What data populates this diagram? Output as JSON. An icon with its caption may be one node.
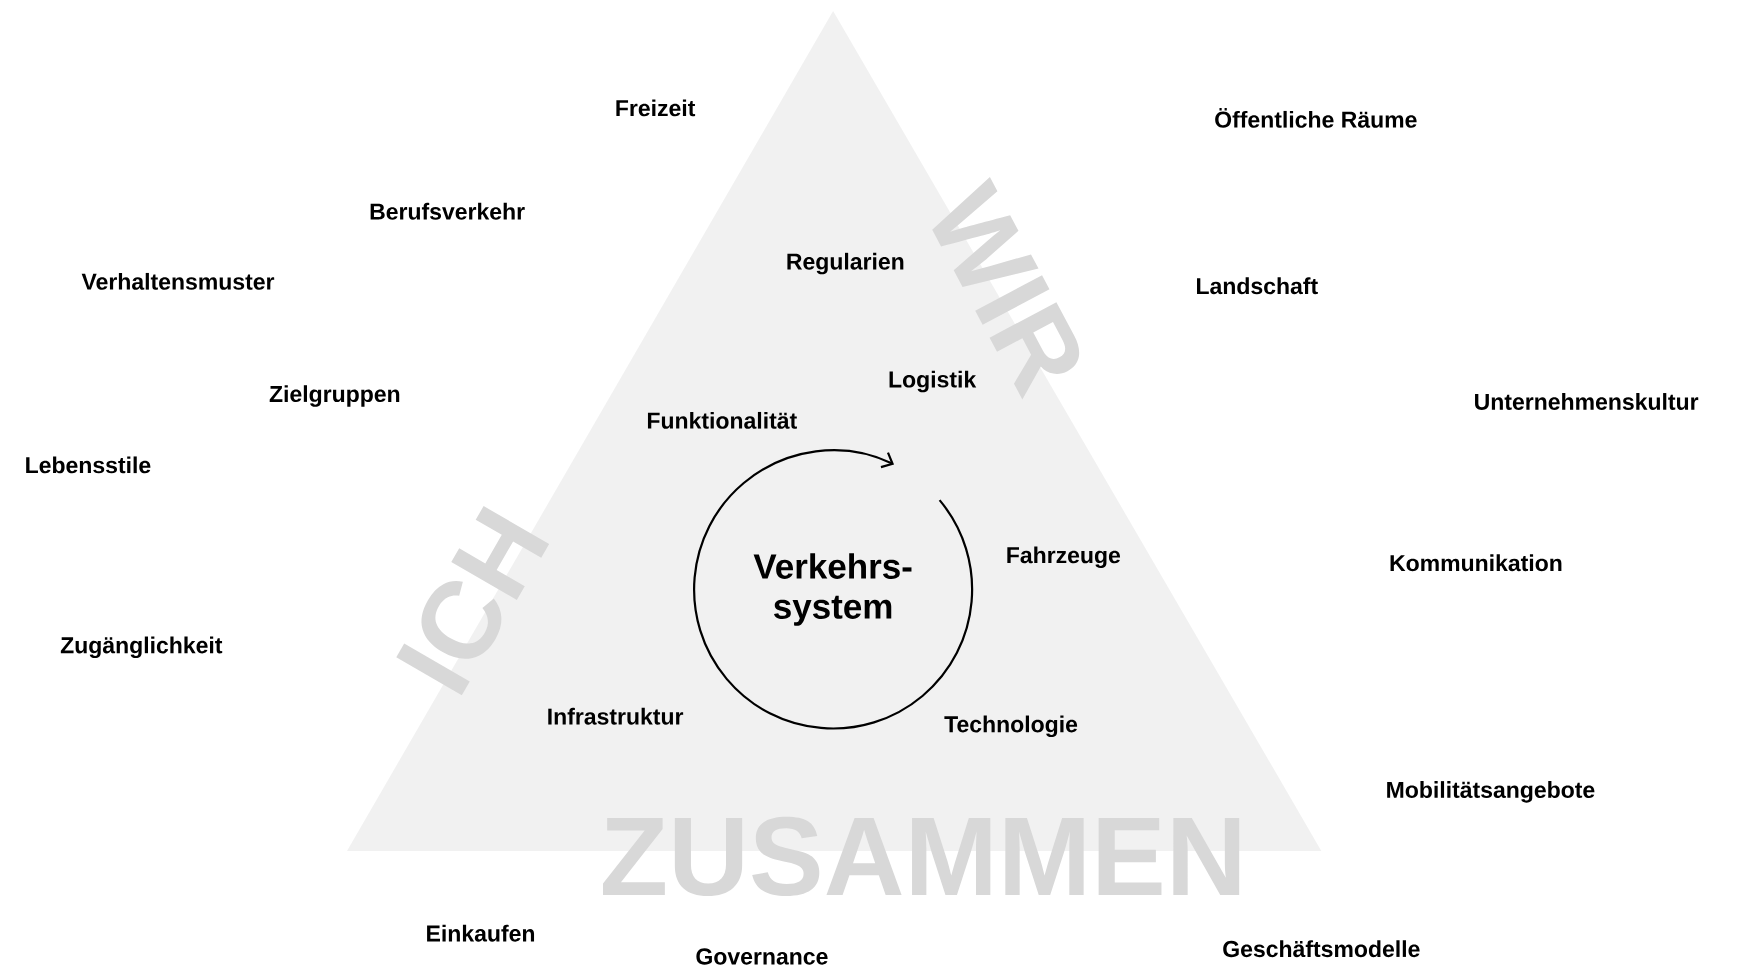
{
  "diagram": {
    "nodes": [
      {
        "text": [
          "Verkehrs- system"
        ]
      }
    ],
    "edges": [],
    "labels": [
      "Freizeit",
      "Öffentliche Räume",
      "Berufsverkehr",
      "Verhaltensmuster",
      "Regularien",
      "Landschaft",
      "WIR",
      "Logistik",
      "Zielgruppen",
      "Unternehmenskultur",
      "Funktionalität",
      "Lebensstile",
      "ICH",
      "Fahrzeuge",
      "Kommunikation",
      "Zugänglichkeit",
      "Infrastruktur",
      "Technologie",
      "Mobilitätsangebote",
      "ZUSAMMEN",
      "Einkaufen",
      "Governance",
      "Geschäftsmodelle"
    ]
  }
}
